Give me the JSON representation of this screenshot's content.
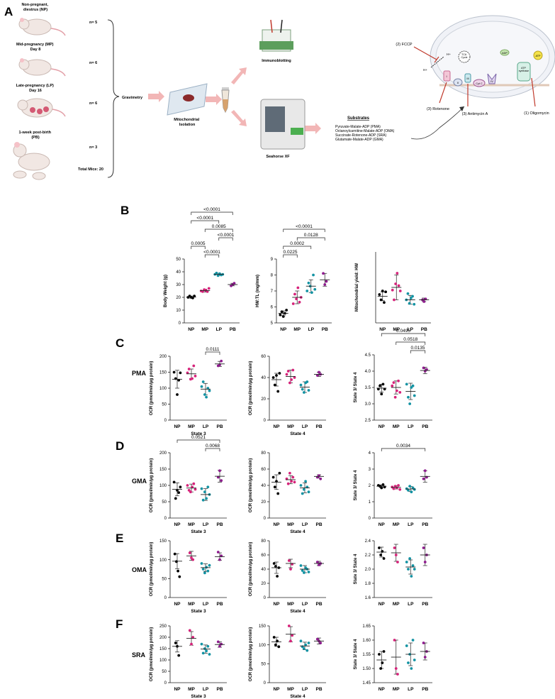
{
  "panel_letters": [
    "A",
    "B",
    "C",
    "D",
    "E",
    "F"
  ],
  "panel_a": {
    "groups": [
      {
        "label": "Non-pregnant,\ndiestrus (NP)",
        "n": "n= 5"
      },
      {
        "label": "Mid-pregnancy (MP)\nDay 8",
        "n": "n= 6"
      },
      {
        "label": "Late-pregnancy (LP)\nDay 16",
        "n": "n= 6"
      },
      {
        "label": "1-week post-birth\n(PB)",
        "n": "n= 3"
      }
    ],
    "total": "Total Mice: 20",
    "gravimetry": "Gravimetry",
    "isolation": "Mitochondrial\nIsolation",
    "immunoblotting": "Immunoblotting",
    "seahorse": "Seahorse XF",
    "substrates_title": "Substrates",
    "substrates": [
      "Pyruvate-Malate-ADP (PMA)",
      "Octanoylcarnitine-Malate-ADP (OMA)",
      "Succinate-Rotenone-ADP (SRA)",
      "Glutamate-Malate-ADP (GMA)"
    ],
    "mito_labels": {
      "fccp": "(2) FCCP",
      "hplus1": "H+",
      "hplus2": "H+",
      "tca": "TCA\nCycle",
      "adp": "ADP",
      "atp": "ATP",
      "atp_synthase": "ATP\nsynthase",
      "c1": "I",
      "c2": "II",
      "c3": "III",
      "cytc": "Cyt C",
      "c4": "IV",
      "rotenone": "(3) Rotenone",
      "antimycin": "(3) Antimycin A",
      "oligomycin": "(1) Oligomycin"
    }
  },
  "row_labels": {
    "C": "PMA",
    "D": "GMA",
    "E": "OMA",
    "F": "SRA"
  },
  "colors": {
    "NP": "#000000",
    "MP": "#d6237a",
    "LP": "#1393a3",
    "PB": "#8e1c8e",
    "arrow": "#f2b6b6",
    "red": "#c0392b"
  },
  "chart_data": [
    {
      "id": "B1",
      "type": "scatter",
      "categories": [
        "NP",
        "MP",
        "LP",
        "PB"
      ],
      "ylabel": "Body Weight (g)",
      "xlabel": "",
      "ylim": [
        0,
        50
      ],
      "yticks": [
        0,
        10,
        20,
        30,
        40,
        50
      ],
      "series": [
        [
          20,
          21,
          20,
          19.5,
          21
        ],
        [
          25,
          24.5,
          26,
          25.5,
          24.5,
          27
        ],
        [
          38,
          39,
          37,
          38.5,
          37.5,
          38
        ],
        [
          29,
          30,
          31
        ]
      ],
      "means": [
        20.2,
        25.3,
        38,
        30
      ],
      "sds": [
        0.8,
        1.1,
        0.8,
        1
      ],
      "brackets": [
        {
          "a": 0,
          "b": 3,
          "label": "<0.0001"
        },
        {
          "a": 1,
          "b": 3,
          "label": "0.0085"
        },
        {
          "a": 0,
          "b": 2,
          "label": "<0.0001"
        },
        {
          "a": 1,
          "b": 2,
          "label": "<0.0001"
        },
        {
          "a": 0,
          "b": 1,
          "label": "0.0005"
        },
        {
          "a": 2,
          "b": 3,
          "label": "<0.0001"
        }
      ]
    },
    {
      "id": "B2",
      "type": "scatter",
      "categories": [
        "NP",
        "MP",
        "LP",
        "PB"
      ],
      "ylabel": "HW:TL (mg/mm)",
      "xlabel": "",
      "ylim": [
        5,
        9
      ],
      "yticks": [
        5,
        6,
        7,
        8,
        9
      ],
      "series": [
        [
          5.5,
          5.7,
          5.4,
          5.6,
          5.8
        ],
        [
          6.2,
          6.8,
          6.5,
          7.2,
          6.3,
          6.6
        ],
        [
          7.0,
          7.5,
          7.3,
          6.9,
          8.0,
          7.1
        ],
        [
          8.1,
          7.4,
          7.6
        ]
      ],
      "means": [
        5.6,
        6.6,
        7.3,
        7.7
      ],
      "sds": [
        0.15,
        0.4,
        0.4,
        0.4
      ],
      "brackets": [
        {
          "a": 0,
          "b": 3,
          "label": "<0.0001"
        },
        {
          "a": 0,
          "b": 2,
          "label": "0.0002"
        },
        {
          "a": 0,
          "b": 1,
          "label": "0.0225"
        },
        {
          "a": 1,
          "b": 3,
          "label": "0.0128"
        }
      ]
    },
    {
      "id": "B3",
      "type": "scatter",
      "categories": [
        "NP",
        "MP",
        "LP",
        "PB"
      ],
      "ylabel": "Mitochondrial yield: HW",
      "xlabel": "",
      "ylim": [
        0,
        8
      ],
      "yticks": [],
      "series": [
        [
          3.2,
          2.6,
          3.6,
          2.3,
          3.5
        ],
        [
          3.7,
          2.6,
          4.4,
          5.6,
          4.2,
          3.6
        ],
        [
          2.6,
          3.3,
          2.2,
          2.8,
          3.0,
          2.1
        ],
        [
          2.6,
          2.4,
          2.7
        ]
      ],
      "means": [
        3.0,
        4.0,
        2.6,
        2.6
      ],
      "sds": [
        0.5,
        1.4,
        0.5,
        0.2
      ],
      "brackets": []
    },
    {
      "id": "C1",
      "type": "scatter",
      "categories": [
        "NP",
        "MP",
        "LP",
        "PB"
      ],
      "ylabel": "OCR (pmol/min/µg protein)",
      "xlabel": "State 3",
      "ylim": [
        0,
        200
      ],
      "yticks": [
        0,
        50,
        100,
        150,
        200
      ],
      "series": [
        [
          150,
          130,
          80,
          125,
          148
        ],
        [
          148,
          160,
          128,
          130,
          170,
          138
        ],
        [
          105,
          120,
          80,
          72,
          100,
          92
        ],
        [
          170,
          173,
          185
        ]
      ],
      "means": [
        128,
        145,
        97,
        176
      ],
      "sds": [
        28,
        15,
        18,
        8
      ],
      "brackets": [
        {
          "a": 2,
          "b": 3,
          "label": "0.0111"
        }
      ]
    },
    {
      "id": "C2",
      "type": "scatter",
      "categories": [
        "NP",
        "MP",
        "LP",
        "PB"
      ],
      "ylabel": "OCR (pmol/min/µg protein)",
      "xlabel": "State 4",
      "ylim": [
        0,
        60
      ],
      "yticks": [
        0,
        20,
        40,
        60
      ],
      "series": [
        [
          40,
          33,
          42,
          27,
          44
        ],
        [
          43,
          46,
          35,
          38,
          47,
          40
        ],
        [
          33,
          29,
          26,
          35,
          36,
          28
        ],
        [
          42,
          45,
          43
        ]
      ],
      "means": [
        38,
        41,
        31,
        43
      ],
      "sds": [
        6,
        6,
        5,
        2
      ],
      "brackets": []
    },
    {
      "id": "C3",
      "type": "scatter",
      "categories": [
        "NP",
        "MP",
        "LP",
        "PB"
      ],
      "ylabel": "State 3/ State 4",
      "xlabel": "",
      "ylim": [
        2.5,
        4.5
      ],
      "yticks": [
        2.5,
        3.0,
        3.5,
        4.0,
        4.5
      ],
      "series": [
        [
          3.45,
          3.55,
          3.3,
          3.6,
          3.45
        ],
        [
          3.55,
          3.65,
          3.2,
          3.4,
          3.7,
          3.35
        ],
        [
          3.6,
          3.2,
          3.0,
          3.5,
          3.55,
          3.25
        ],
        [
          4.1,
          4.0,
          4.05
        ]
      ],
      "means": [
        3.48,
        3.5,
        3.38,
        4.02
      ],
      "sds": [
        0.12,
        0.2,
        0.25,
        0.1
      ],
      "brackets": [
        {
          "a": 0,
          "b": 3,
          "label": "0.0495"
        },
        {
          "a": 1,
          "b": 3,
          "label": "0.0518"
        },
        {
          "a": 2,
          "b": 3,
          "label": "0.0135"
        }
      ]
    },
    {
      "id": "D1",
      "type": "scatter",
      "categories": [
        "NP",
        "MP",
        "LP",
        "PB"
      ],
      "ylabel": "OCR (pmol/min/µg protein)",
      "xlabel": "State 3",
      "ylim": [
        0,
        200
      ],
      "yticks": [
        0,
        50,
        100,
        150,
        200
      ],
      "series": [
        [
          110,
          60,
          85,
          78,
          95
        ],
        [
          100,
          85,
          80,
          95,
          105,
          88
        ],
        [
          90,
          55,
          80,
          60,
          95,
          72
        ],
        [
          125,
          145,
          115
        ]
      ],
      "means": [
        88,
        92,
        72,
        128
      ],
      "sds": [
        20,
        12,
        18,
        18
      ],
      "brackets": [
        {
          "a": 0,
          "b": 3,
          "label": "0.0521"
        },
        {
          "a": 2,
          "b": 3,
          "label": "0.0068"
        }
      ]
    },
    {
      "id": "D2",
      "type": "scatter",
      "categories": [
        "NP",
        "MP",
        "LP",
        "PB"
      ],
      "ylabel": "OCR (pmol/min/µg protein)",
      "xlabel": "State 4",
      "ylim": [
        0,
        80
      ],
      "yticks": [
        0,
        20,
        40,
        60,
        80
      ],
      "series": [
        [
          50,
          38,
          45,
          30,
          55
        ],
        [
          48,
          42,
          55,
          45,
          50,
          44
        ],
        [
          40,
          30,
          35,
          45,
          38,
          32
        ],
        [
          50,
          52,
          48
        ]
      ],
      "means": [
        44,
        47,
        37,
        51
      ],
      "sds": [
        9,
        5,
        6,
        2
      ],
      "brackets": []
    },
    {
      "id": "D3",
      "type": "scatter",
      "categories": [
        "NP",
        "MP",
        "LP",
        "PB"
      ],
      "ylabel": "State 3/ State 4",
      "xlabel": "",
      "ylim": [
        0,
        4
      ],
      "yticks": [
        0,
        1,
        2,
        3,
        4
      ],
      "series": [
        [
          2.0,
          1.95,
          1.85,
          2.05,
          1.9
        ],
        [
          1.9,
          1.8,
          1.95,
          1.85,
          2.0,
          1.75
        ],
        [
          1.8,
          1.7,
          1.95,
          1.6,
          1.85,
          1.75
        ],
        [
          2.4,
          2.9,
          2.5
        ]
      ],
      "means": [
        1.95,
        1.88,
        1.78,
        2.55
      ],
      "sds": [
        0.08,
        0.1,
        0.15,
        0.35
      ],
      "brackets": [
        {
          "a": 0,
          "b": 3,
          "label": "0.0034"
        }
      ]
    },
    {
      "id": "E1",
      "type": "scatter",
      "categories": [
        "NP",
        "MP",
        "LP",
        "PB"
      ],
      "ylabel": "OCR (pmol/min/µg protein)",
      "xlabel": "State 3",
      "ylim": [
        0,
        150
      ],
      "yticks": [
        0,
        50,
        100,
        150
      ],
      "series": [
        [
          115,
          95,
          70,
          55
        ],
        [
          118,
          105,
          100
        ],
        [
          90,
          75,
          65,
          80,
          70,
          85
        ],
        [
          120,
          100,
          110
        ]
      ],
      "means": [
        96,
        110,
        79,
        108
      ],
      "sds": [
        20,
        12,
        10,
        10
      ],
      "brackets": []
    },
    {
      "id": "E2",
      "type": "scatter",
      "categories": [
        "NP",
        "MP",
        "LP",
        "PB"
      ],
      "ylabel": "OCR (pmol/min/µg protein)",
      "xlabel": "State 4",
      "ylim": [
        0,
        80
      ],
      "yticks": [
        0,
        20,
        40,
        60,
        80
      ],
      "series": [
        [
          48,
          44,
          30,
          42
        ],
        [
          52,
          40,
          47
        ],
        [
          45,
          38,
          35,
          42,
          40,
          36
        ],
        [
          50,
          46,
          48
        ]
      ],
      "means": [
        42,
        48,
        40,
        48
      ],
      "sds": [
        8,
        6,
        5,
        3
      ],
      "brackets": []
    },
    {
      "id": "E3",
      "type": "scatter",
      "categories": [
        "NP",
        "MP",
        "LP",
        "PB"
      ],
      "ylabel": "State 3/ State 4",
      "xlabel": "",
      "ylim": [
        1.6,
        2.4
      ],
      "yticks": [
        1.6,
        1.8,
        2.0,
        2.2,
        2.4
      ],
      "series": [
        [
          2.3,
          2.2,
          2.25,
          2.15
        ],
        [
          2.3,
          2.2,
          2.1
        ],
        [
          2.1,
          2.0,
          2.15,
          1.9,
          2.05,
          2.0
        ],
        [
          2.3,
          2.1,
          2.2
        ]
      ],
      "means": [
        2.24,
        2.23,
        2.03,
        2.2
      ],
      "sds": [
        0.07,
        0.12,
        0.1,
        0.15
      ],
      "brackets": []
    },
    {
      "id": "F1",
      "type": "scatter",
      "categories": [
        "NP",
        "MP",
        "LP",
        "PB"
      ],
      "ylabel": "OCR (pmol/min/µg protein)",
      "xlabel": "State 3",
      "ylim": [
        0,
        250
      ],
      "yticks": [
        0,
        50,
        100,
        150,
        200,
        250
      ],
      "series": [
        [
          175,
          160,
          120
        ],
        [
          230,
          170,
          200
        ],
        [
          170,
          130,
          150,
          140,
          160,
          125
        ],
        [
          180,
          160,
          170
        ]
      ],
      "means": [
        160,
        195,
        148,
        168
      ],
      "sds": [
        25,
        30,
        18,
        12
      ],
      "brackets": []
    },
    {
      "id": "F2",
      "type": "scatter",
      "categories": [
        "NP",
        "MP",
        "LP",
        "PB"
      ],
      "ylabel": "OCR (pmol/min/µg protein)",
      "xlabel": "State 4",
      "ylim": [
        0,
        150
      ],
      "yticks": [
        0,
        50,
        100,
        150
      ],
      "series": [
        [
          120,
          100,
          110,
          95
        ],
        [
          150,
          110,
          125
        ],
        [
          110,
          95,
          90,
          100,
          85,
          105
        ],
        [
          115,
          110,
          105
        ]
      ],
      "means": [
        108,
        128,
        97,
        110
      ],
      "sds": [
        12,
        20,
        10,
        8
      ],
      "brackets": []
    },
    {
      "id": "F3",
      "type": "scatter",
      "categories": [
        "NP",
        "MP",
        "LP",
        "PB"
      ],
      "ylabel": "State 3/ State 4",
      "xlabel": "",
      "ylim": [
        1.45,
        1.65
      ],
      "yticks": [
        1.45,
        1.5,
        1.55,
        1.6,
        1.65
      ],
      "series": [
        [
          1.55,
          1.5,
          1.52,
          1.56
        ],
        [
          1.6,
          1.5,
          1.48
        ],
        [
          1.58,
          1.52,
          1.55,
          1.5,
          1.6,
          1.53
        ],
        [
          1.59,
          1.54,
          1.56
        ]
      ],
      "means": [
        1.53,
        1.54,
        1.55,
        1.56
      ],
      "sds": [
        0.03,
        0.06,
        0.04,
        0.03
      ],
      "brackets": []
    }
  ]
}
